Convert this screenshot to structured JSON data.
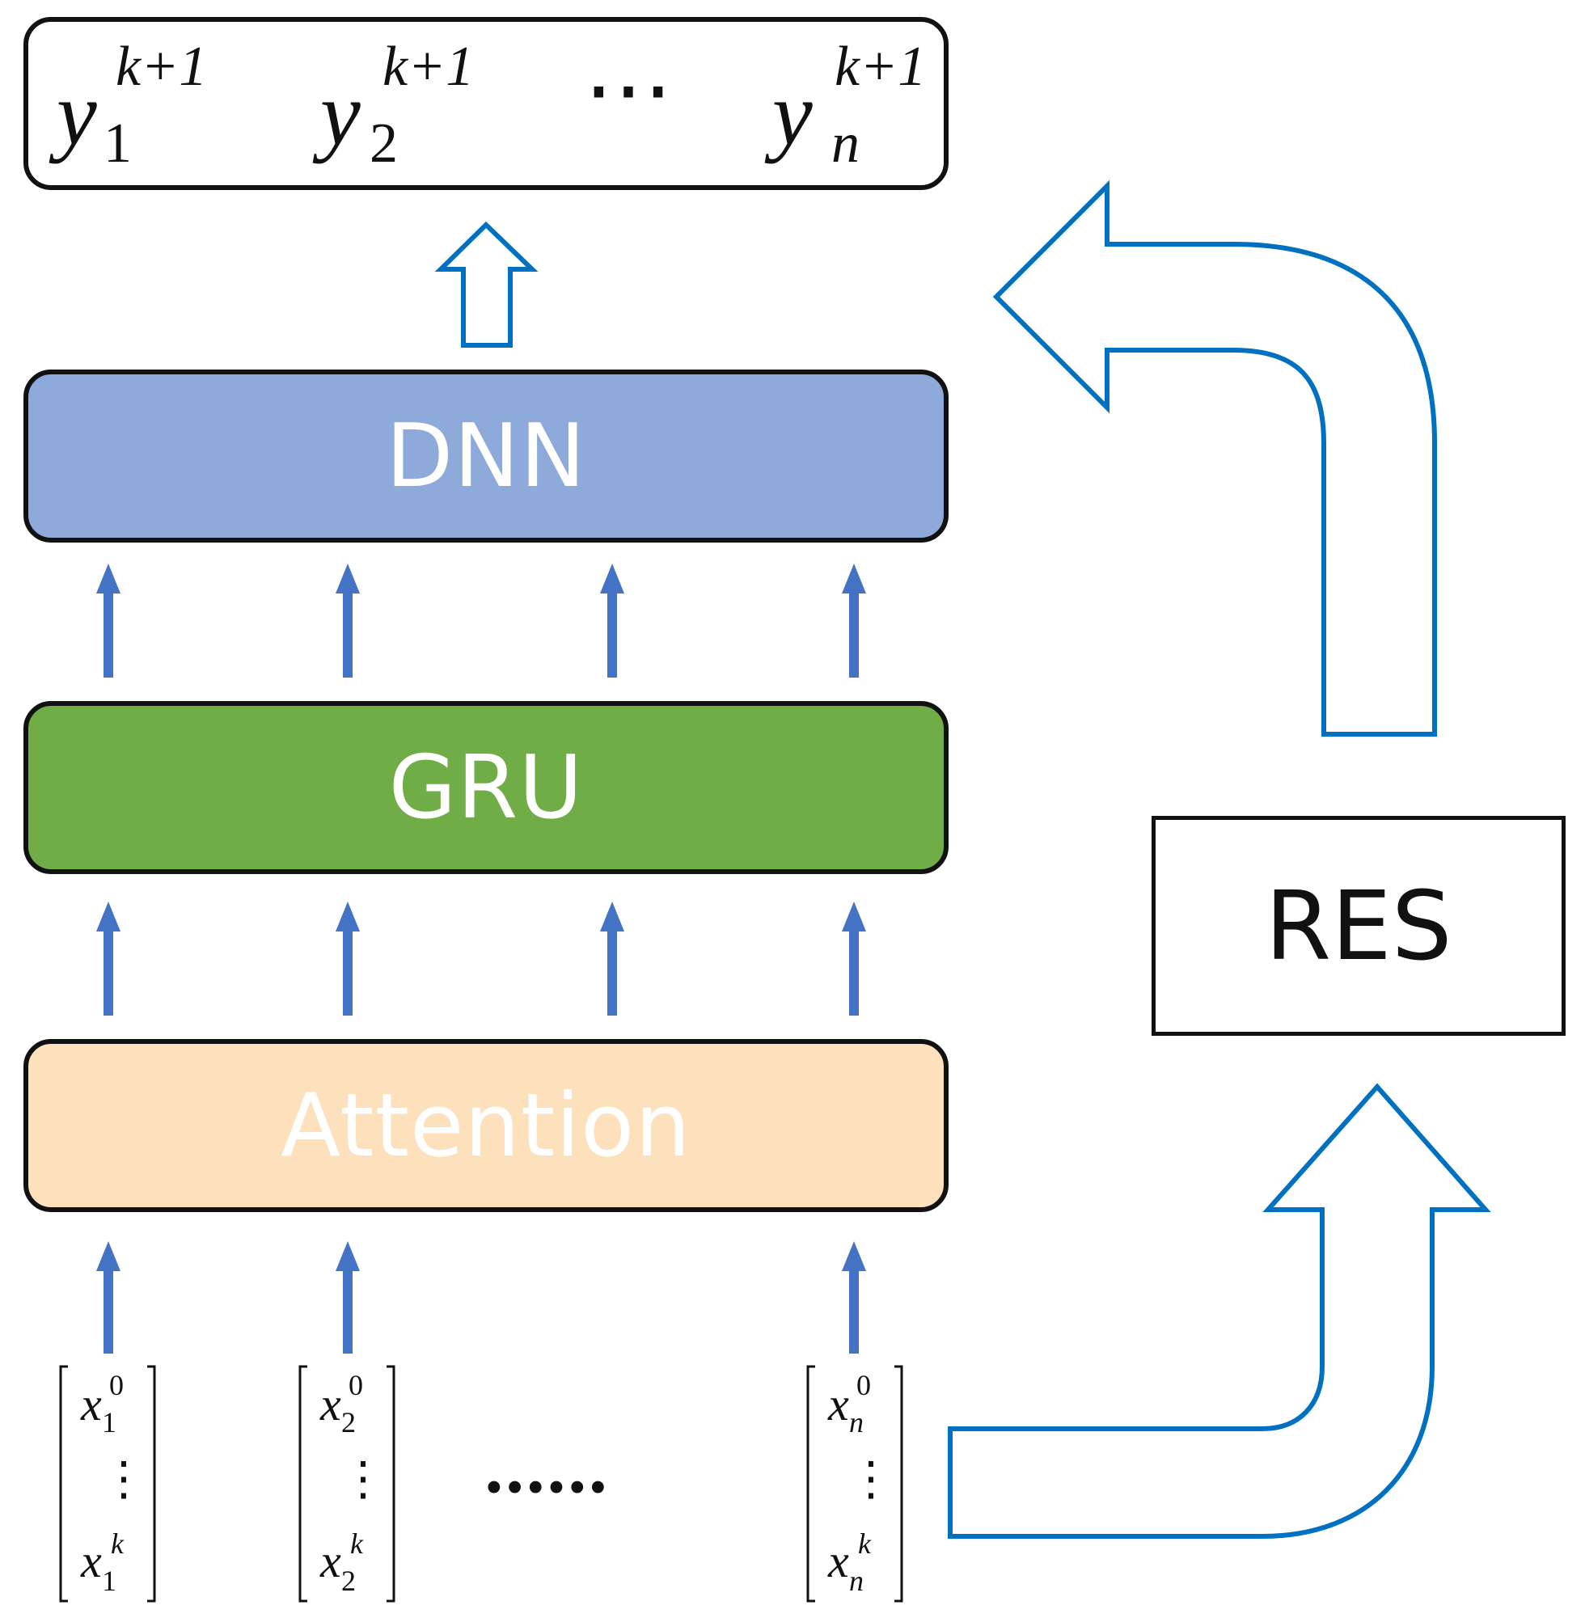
{
  "layers": {
    "dnn": {
      "label": "DNN",
      "color": "#8eaadb"
    },
    "gru": {
      "label": "GRU",
      "color": "#70ad47"
    },
    "attention": {
      "label": "Attention",
      "color": "#fde1bd"
    }
  },
  "res": {
    "label": "RES"
  },
  "outputs": {
    "items": [
      {
        "base": "y",
        "sub": "1",
        "sup": "k+1"
      },
      {
        "base": "y",
        "sub": "2",
        "sup": "k+1"
      },
      {
        "base": "y",
        "sub": "n",
        "sup": "k+1"
      }
    ],
    "ellipsis": "⋯"
  },
  "inputs": {
    "vectors": [
      {
        "top_base": "x",
        "top_sub": "1",
        "top_sup": "0",
        "dots": "⋮",
        "bot_base": "x",
        "bot_sub": "1",
        "bot_sup": "k"
      },
      {
        "top_base": "x",
        "top_sub": "2",
        "top_sup": "0",
        "dots": "⋮",
        "bot_base": "x",
        "bot_sub": "2",
        "bot_sup": "k"
      },
      {
        "top_base": "x",
        "top_sub": "n",
        "top_sup": "0",
        "dots": "⋮",
        "bot_base": "x",
        "bot_sub": "n",
        "bot_sup": "k"
      }
    ],
    "ellipsis": "••••••"
  },
  "colors": {
    "arrow_blue": "#4472c4",
    "outline_blue": "#0070c0",
    "border": "#111111"
  }
}
